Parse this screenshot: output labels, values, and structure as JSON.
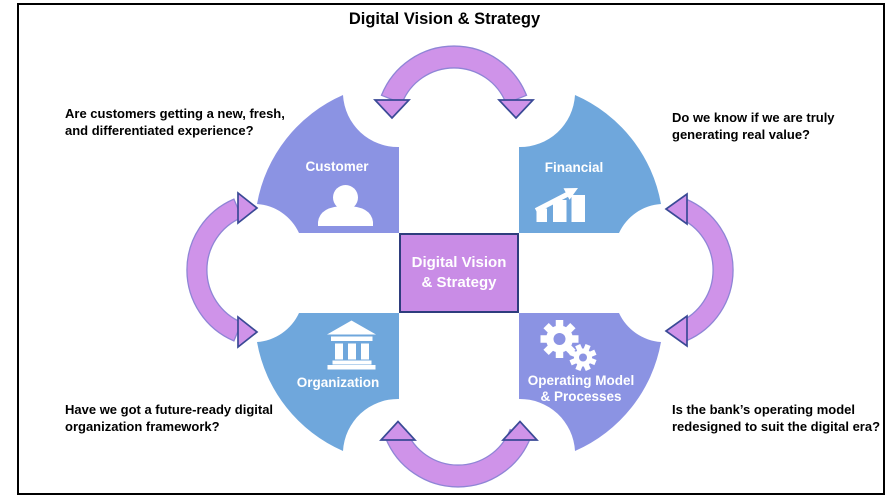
{
  "title": "Digital Vision & Strategy",
  "center_box": {
    "text": "Digital Vision\n& Strategy"
  },
  "petals": {
    "customer": {
      "label": "Customer",
      "icon": "person-icon"
    },
    "financial": {
      "label": "Financial",
      "icon": "bar-chart-icon"
    },
    "organization": {
      "label": "Organization",
      "icon": "bank-icon"
    },
    "operating": {
      "label": "Operating Model\n& Processes",
      "icon": "gears-icon"
    }
  },
  "questions": {
    "top_left": "Are customers getting a new, fresh,\nand differentiated experience?",
    "top_right": "Do we know if we are truly\ngenerating real value?",
    "bottom_left": "Have we got a future-ready digital\norganization framework?",
    "bottom_right": "Is the bank’s operating model\nredesigned to suit the digital era?"
  },
  "colors": {
    "petal_periwinkle": "#8b93e3",
    "petal_blue": "#6fa7dc",
    "center_fill": "#c98ce6",
    "center_border": "#2e3d7d",
    "arrow_fill": "#cf93e9",
    "arrow_outline": "#3a4a96",
    "icon_white": "#ffffff",
    "text_black": "#000000",
    "frame_border": "#000000"
  }
}
